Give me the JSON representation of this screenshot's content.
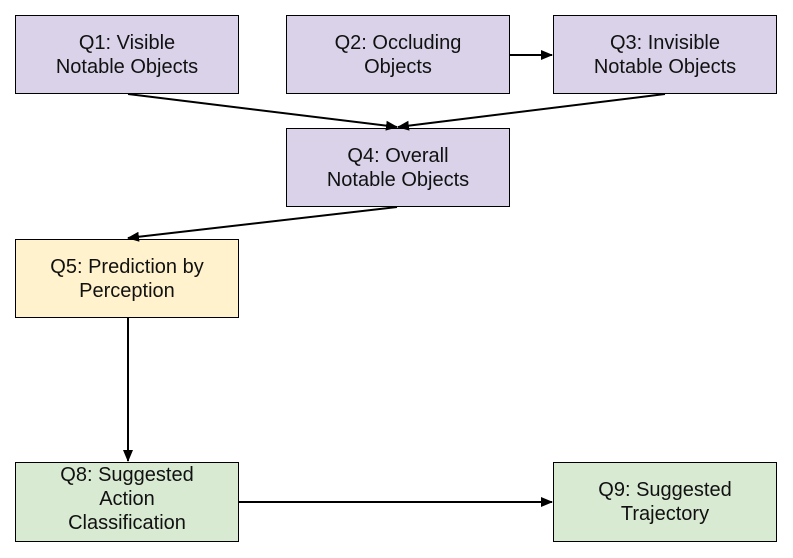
{
  "diagram": {
    "nodes": [
      {
        "id": "q1",
        "label": "Q1: Visible\nNotable Objects"
      },
      {
        "id": "q2",
        "label": "Q2: Occluding\nObjects"
      },
      {
        "id": "q3",
        "label": "Q3: Invisible\nNotable Objects"
      },
      {
        "id": "q4",
        "label": "Q4: Overall\nNotable Objects"
      },
      {
        "id": "q5",
        "label": "Q5: Prediction by\nPerception"
      },
      {
        "id": "q8",
        "label": "Q8: Suggested\nAction\nClassification"
      },
      {
        "id": "q9",
        "label": "Q9: Suggested\nTrajectory"
      }
    ],
    "edges": [
      {
        "from": "q2",
        "to": "q3"
      },
      {
        "from": "q1",
        "to": "q4"
      },
      {
        "from": "q3",
        "to": "q4"
      },
      {
        "from": "q4",
        "to": "q5"
      },
      {
        "from": "q5",
        "to": "q8"
      },
      {
        "from": "q8",
        "to": "q9"
      }
    ],
    "colors": {
      "perception_nodes": "#d9d2e9",
      "prediction_node": "#fff2cc",
      "planning_nodes": "#d9ead3",
      "stroke": "#000000"
    }
  }
}
